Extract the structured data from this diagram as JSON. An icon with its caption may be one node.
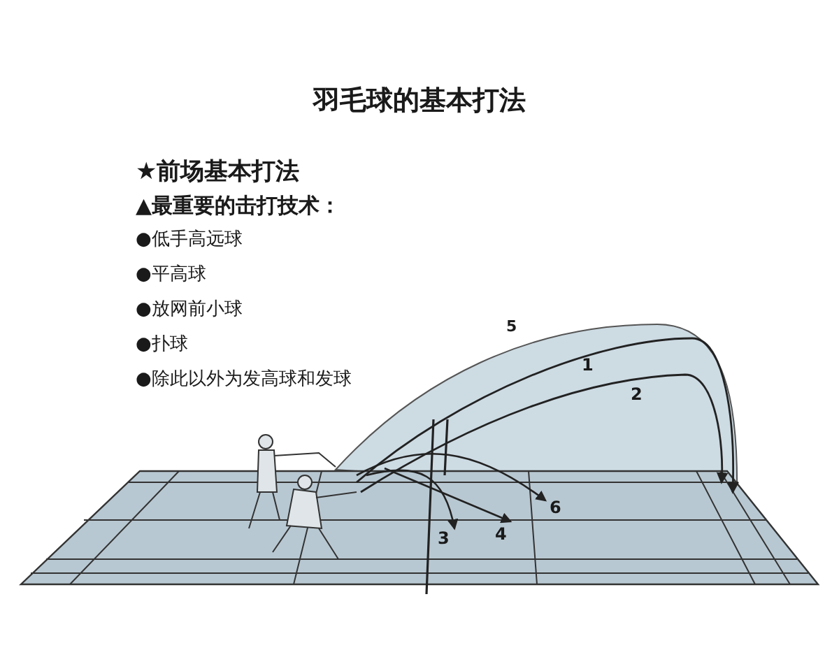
{
  "diagram": {
    "title": "羽毛球的基本打法",
    "labels": [
      "★前场基本打法",
      "▲最重要的击打技术：",
      "●低手高远球",
      "●平高球",
      "●放网前小球",
      "●扑球",
      "●除此以外为发高球和发球",
      "5",
      "1",
      "2",
      "6",
      "3",
      "4"
    ]
  }
}
